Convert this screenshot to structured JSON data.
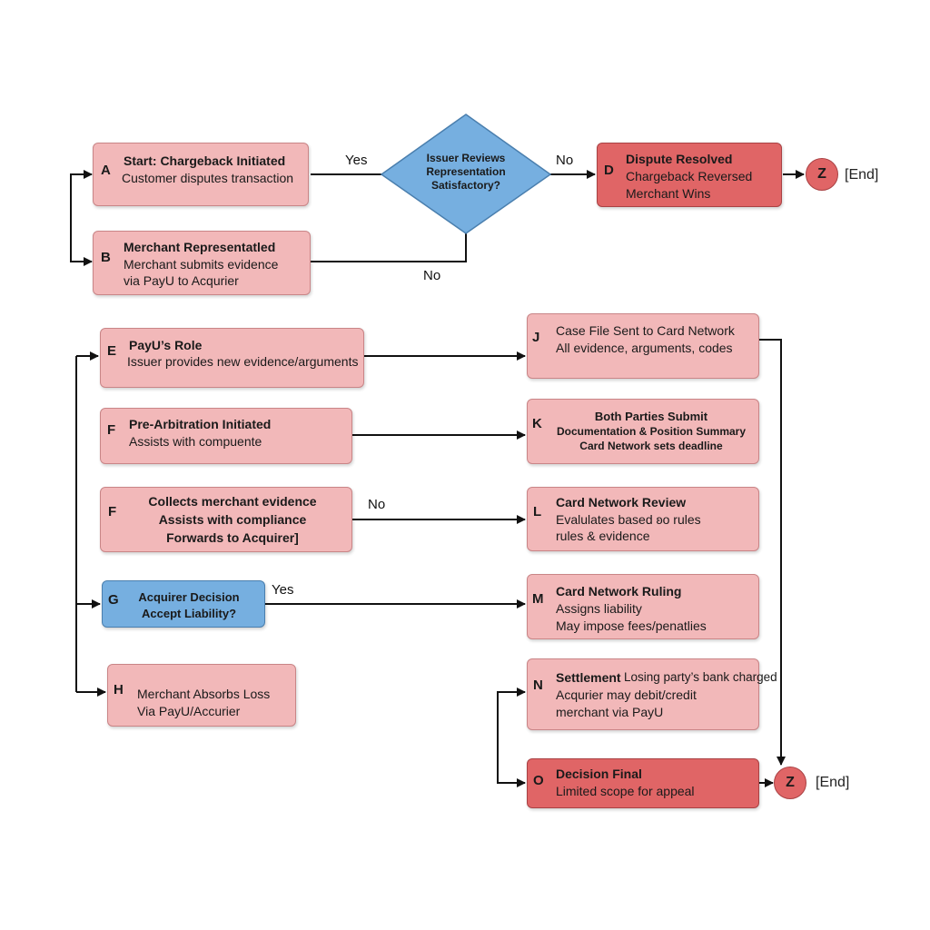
{
  "nodes": {
    "A": {
      "letter": "A",
      "title": "Start: Chargeback Initiated",
      "line1": "Customer disputes transaction"
    },
    "B": {
      "letter": "B",
      "title": "Merchant Representatled",
      "line1": "Merchant submits evidence",
      "line2": "via PayU to Acqurier"
    },
    "C": {
      "line1": "Issuer Reviews",
      "line2": "Representation",
      "line3": "Satisfactory?"
    },
    "D": {
      "letter": "D",
      "title": "Dispute Resolved",
      "line1": "Chargeback Reversed",
      "line2": "Merchant Wins"
    },
    "E": {
      "letter": "E",
      "title": "PayU’s Role",
      "line1": "Issuer provides new evidence/arguments"
    },
    "F1": {
      "letter": "F",
      "title": "Pre-Arbitration Initiated",
      "line1": "Assists with compuente"
    },
    "F2": {
      "letter": "F",
      "line1": "Collects merchant evidence",
      "line2": "Assists with compliance",
      "line3": "Forwards to Acquirer]"
    },
    "G": {
      "letter": "G",
      "line1": "Acquirer Decision",
      "line2": "Accept Liability?"
    },
    "H": {
      "letter": "H",
      "line1": "Merchant Absorbs Loss",
      "line2": "Via PayU/Accurier"
    },
    "J": {
      "letter": "J",
      "title": "Case File Sent to Card Network",
      "line1": "All evidence, arguments, codes"
    },
    "K": {
      "letter": "K",
      "line1": "Both Parties Submit",
      "line2": "Documentation & Position Summary",
      "line3": "Card Network sets deadline"
    },
    "L": {
      "letter": "L",
      "title": "Card Network Review",
      "line1": "Evalulates based ʚo rules",
      "line2": "rules & evidence"
    },
    "M": {
      "letter": "M",
      "title": "Card Network Ruling",
      "line1": "Assigns liability",
      "line2": "May impose fees/penatlies"
    },
    "N": {
      "letter": "N",
      "title": "Settlement",
      "title_rest": "Losing party’s bank charged",
      "line1": "Acqurier may debit/credit",
      "line2": "merchant via PayU"
    },
    "O": {
      "letter": "O",
      "title": "Decision Final",
      "line1": "Limited scope for appeal"
    }
  },
  "ends": {
    "top": {
      "letter": "Z",
      "label": "[End]"
    },
    "bottom": {
      "letter": "Z",
      "label": "[End]"
    }
  },
  "edge_labels": {
    "a_to_c": "Yes",
    "c_to_d": "No",
    "c_to_b": "No",
    "f2_to_l": "No",
    "g_to_m": "Yes"
  },
  "colors": {
    "box": "#f2b8b9",
    "box_dark": "#e06566",
    "box_blue": "#76afe0",
    "diamond": "#76afe0"
  }
}
